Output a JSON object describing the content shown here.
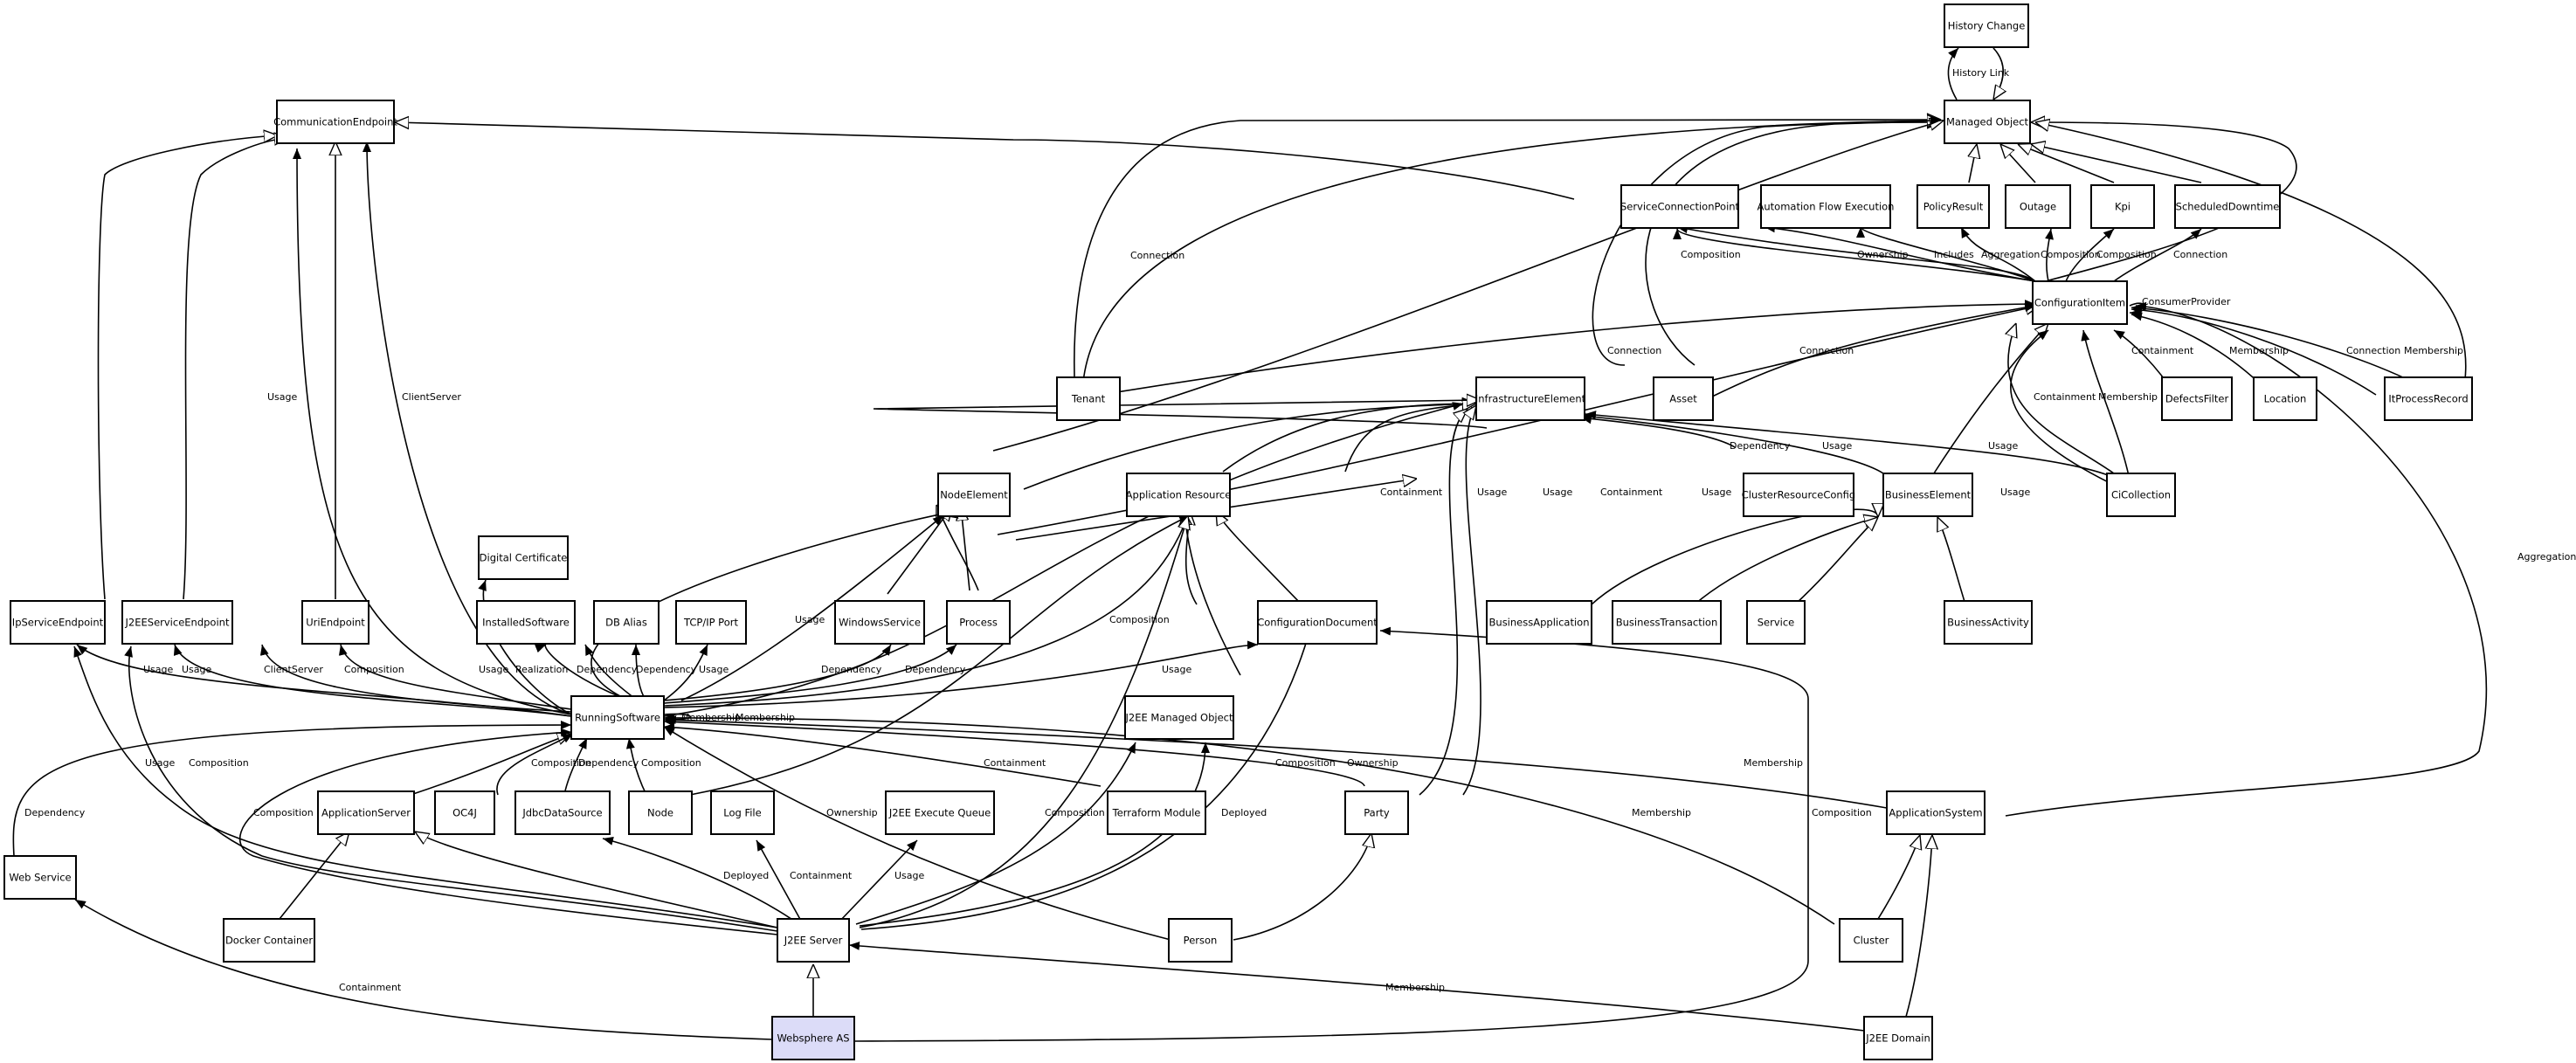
{
  "nodes": {
    "history_change": "History Change",
    "managed_object": "Managed Object",
    "communication_endpoint": "CommunicationEndpoint",
    "service_connection_point": "ServiceConnectionPoint",
    "automation_flow_execution": "Automation Flow Execution",
    "policy_result": "PolicyResult",
    "outage": "Outage",
    "kpi": "Kpi",
    "scheduled_downtime": "ScheduledDowntime",
    "configuration_item": "ConfigurationItem",
    "tenant": "Tenant",
    "infrastructure_element": "InfrastructureElement",
    "asset": "Asset",
    "defects_filter": "DefectsFilter",
    "location": "Location",
    "it_process_record": "ItProcessRecord",
    "node_element": "NodeElement",
    "application_resource": "Application Resource",
    "cluster_resource_config": "ClusterResourceConfig",
    "business_element": "BusinessElement",
    "ci_collection": "CiCollection",
    "digital_certificate": "Digital Certificate",
    "ip_service_endpoint": "IpServiceEndpoint",
    "j2ee_service_endpoint": "J2EEServiceEndpoint",
    "uri_endpoint": "UriEndpoint",
    "installed_software": "InstalledSoftware",
    "db_alias": "DB Alias",
    "tcpip_port": "TCP/IP Port",
    "windows_service": "WindowsService",
    "process": "Process",
    "configuration_document": "ConfigurationDocument",
    "business_application": "BusinessApplication",
    "business_transaction": "BusinessTransaction",
    "service": "Service",
    "business_activity": "BusinessActivity",
    "running_software": "RunningSoftware",
    "j2ee_managed_object": "J2EE Managed Object",
    "application_server": "ApplicationServer",
    "oc4j": "OC4J",
    "jdbc_data_source": "JdbcDataSource",
    "node": "Node",
    "log_file": "Log File",
    "j2ee_execute_queue": "J2EE Execute Queue",
    "terraform_module": "Terraform Module",
    "party": "Party",
    "application_system": "ApplicationSystem",
    "web_service": "Web Service",
    "docker_container": "Docker Container",
    "j2ee_server": "J2EE Server",
    "person": "Person",
    "cluster": "Cluster",
    "websphere_as": "Websphere AS",
    "j2ee_domain": "J2EE Domain"
  },
  "labels": {
    "history_link": "History Link",
    "connection": "Connection",
    "usage": "Usage",
    "client_server": "ClientServer",
    "composition": "Composition",
    "ownership": "Ownership",
    "includes": "Includes",
    "aggregation": "Aggregation",
    "consumer_provider": "ConsumerProvider",
    "containment": "Containment",
    "membership": "Membership",
    "dependency": "Dependency",
    "realization": "Realization",
    "deployed": "Deployed"
  }
}
